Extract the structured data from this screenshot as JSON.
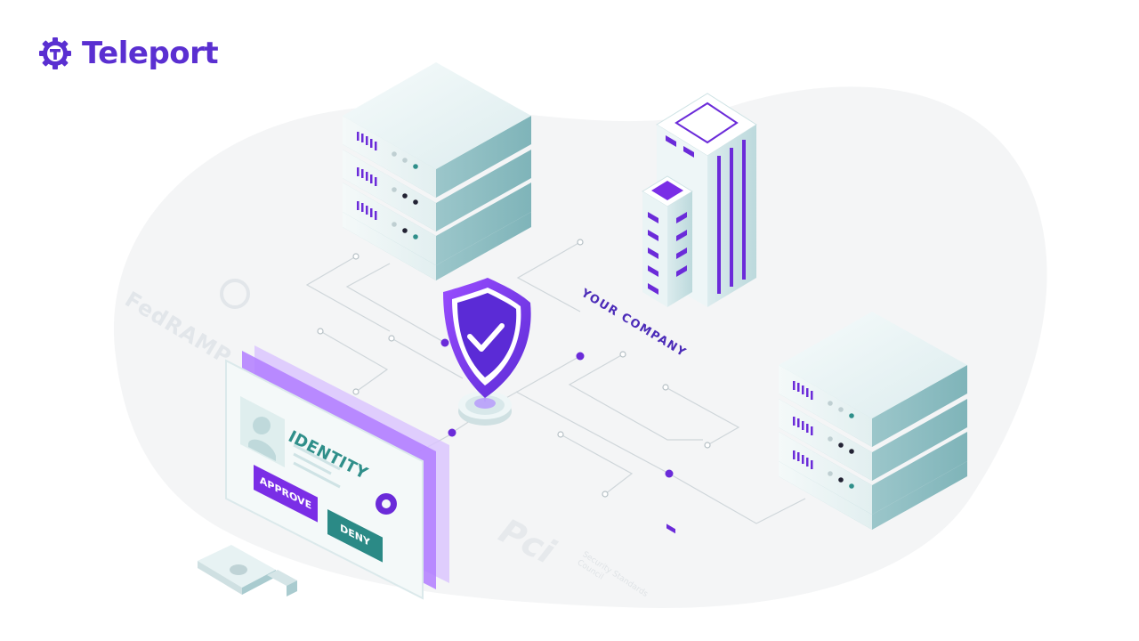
{
  "brand": {
    "name": "Teleport",
    "color": "#5a2fd1"
  },
  "labels": {
    "company": "YOUR COMPANY",
    "fedramp": "FedRAMP",
    "identity": "IDENTITY",
    "approve": "APPROVE",
    "deny": "DENY",
    "pci": "Pci",
    "pci_sub": "Security Standards Council"
  },
  "colors": {
    "accent": "#7a2ee6",
    "teal": "#2b8a86",
    "server": "#e7f2f3",
    "blob": "#f4f5f6"
  },
  "icons": [
    "teleport-logo-icon",
    "shield-check-icon",
    "server-icon",
    "building-icon",
    "security-key-icon",
    "user-avatar-icon"
  ]
}
